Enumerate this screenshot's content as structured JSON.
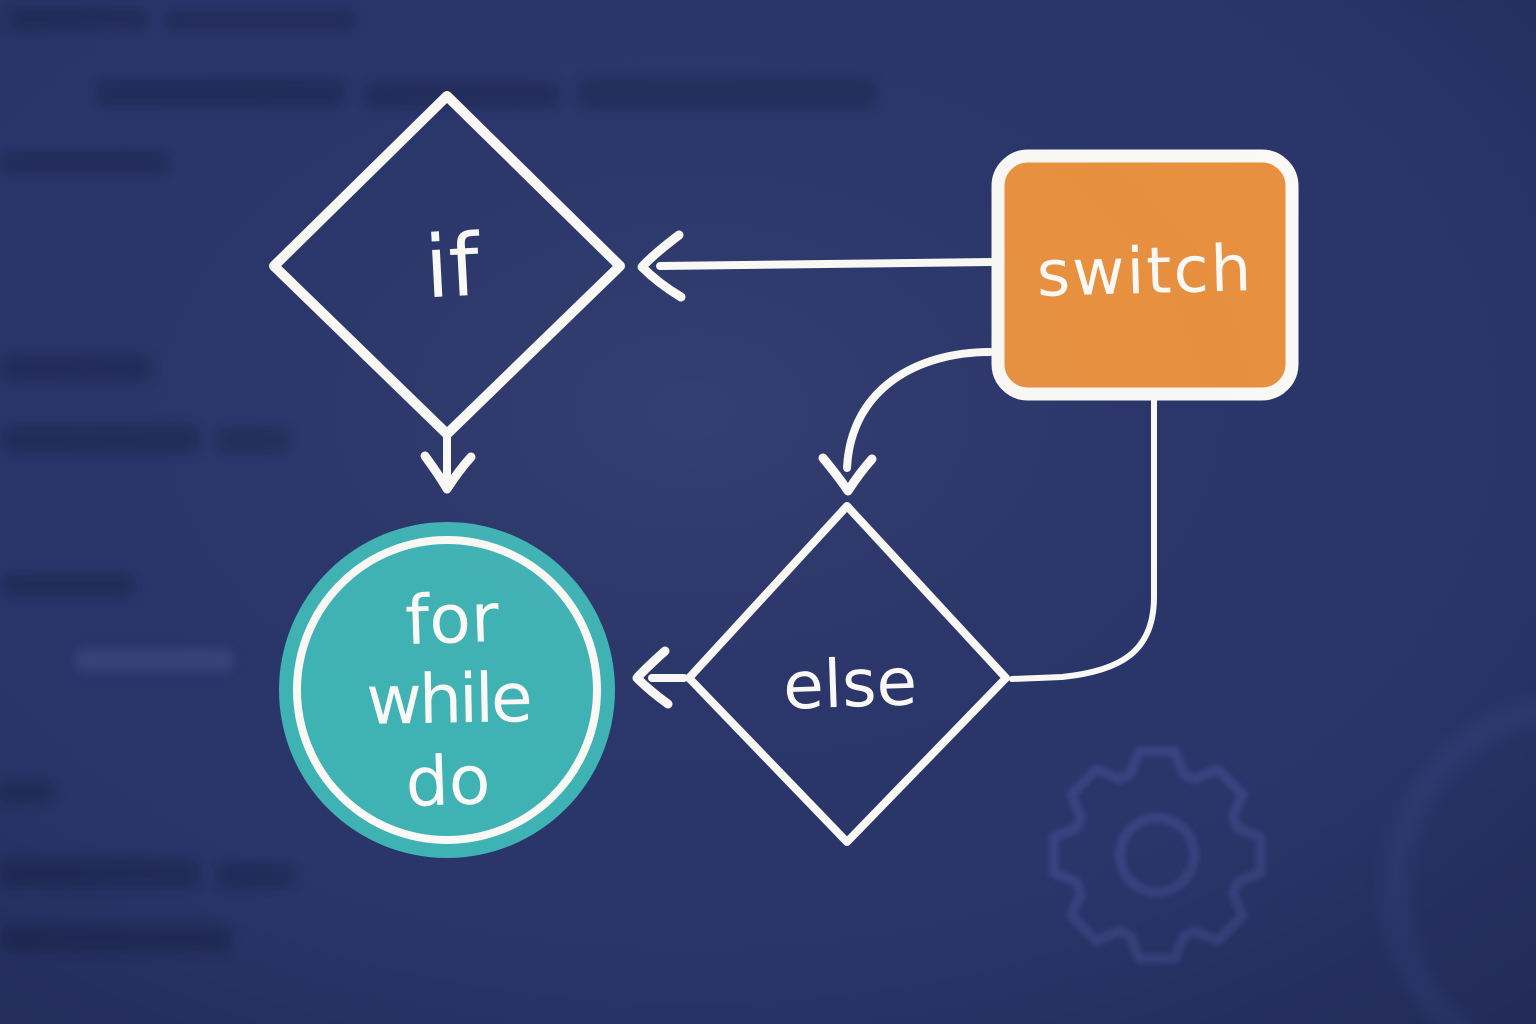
{
  "diagram_type": "hand-drawn flowchart of programming control-flow statements",
  "colors": {
    "background": "#2a356a",
    "line": "#fbfaf6",
    "text": "#fcfbf8",
    "switch_fill": "#e9913f",
    "loop_fill": "#3fb3b5",
    "watermark": "#4a579c",
    "ghost_text": "#1d2750",
    "ghost_text_light": "#44518d"
  },
  "nodes": {
    "if": {
      "shape": "diamond",
      "label": "if"
    },
    "switch": {
      "shape": "rounded-rectangle",
      "label": "switch"
    },
    "else": {
      "shape": "diamond",
      "label": "else"
    },
    "loop": {
      "shape": "circle",
      "lines": [
        "for",
        "while",
        "do"
      ]
    }
  },
  "edges": [
    {
      "from": "switch",
      "to": "if",
      "type": "straight-arrow-left"
    },
    {
      "from": "if",
      "to": "loop",
      "type": "straight-arrow-down"
    },
    {
      "from": "switch",
      "to": "else",
      "type": "curved-arrow-down"
    },
    {
      "from": "switch",
      "to": "else",
      "type": "elbow-connector"
    },
    {
      "from": "else",
      "to": "loop",
      "type": "straight-arrow-left"
    }
  ],
  "watermarks": [
    "gear-icon",
    "circle-arc"
  ],
  "background_texture": "faint illegible code-like text lines"
}
